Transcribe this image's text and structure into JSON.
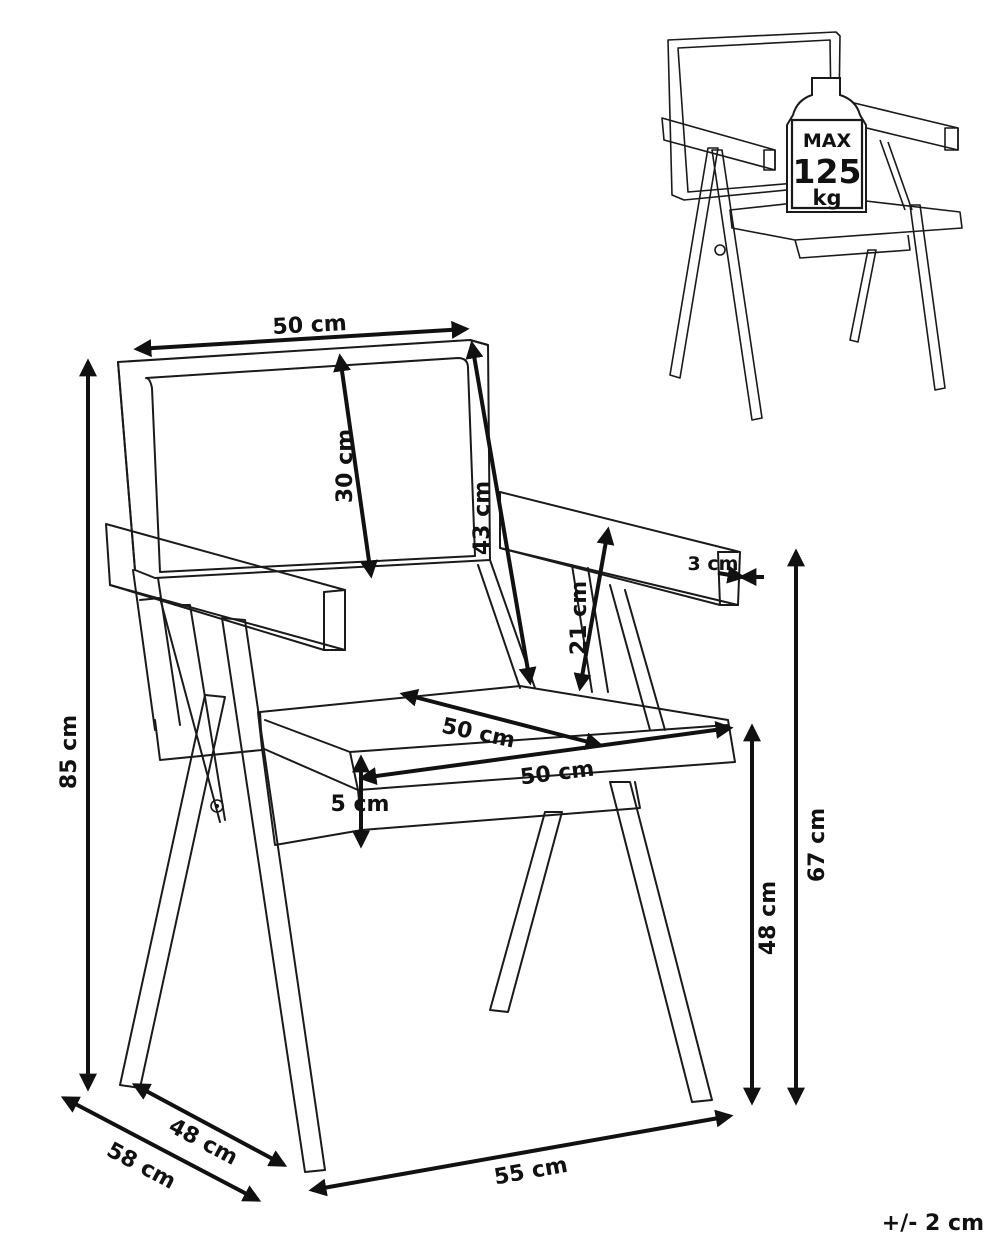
{
  "dimensions": {
    "backrest_width": "50 cm",
    "backrest_height": "30 cm",
    "back_diagonal": "43 cm",
    "armrest_height_above_seat": "21 cm",
    "armrest_thickness": "3 cm",
    "seat_depth": "50 cm",
    "seat_width": "50 cm",
    "seat_thickness": "5 cm",
    "total_height": "85 cm",
    "armrest_height": "67 cm",
    "seat_height": "48 cm",
    "inner_depth": "48 cm",
    "total_depth": "58 cm",
    "total_width": "55 cm"
  },
  "load_badge": {
    "max_label": "MAX",
    "value": "125",
    "unit": "kg"
  },
  "tolerance": "+/- 2 cm"
}
